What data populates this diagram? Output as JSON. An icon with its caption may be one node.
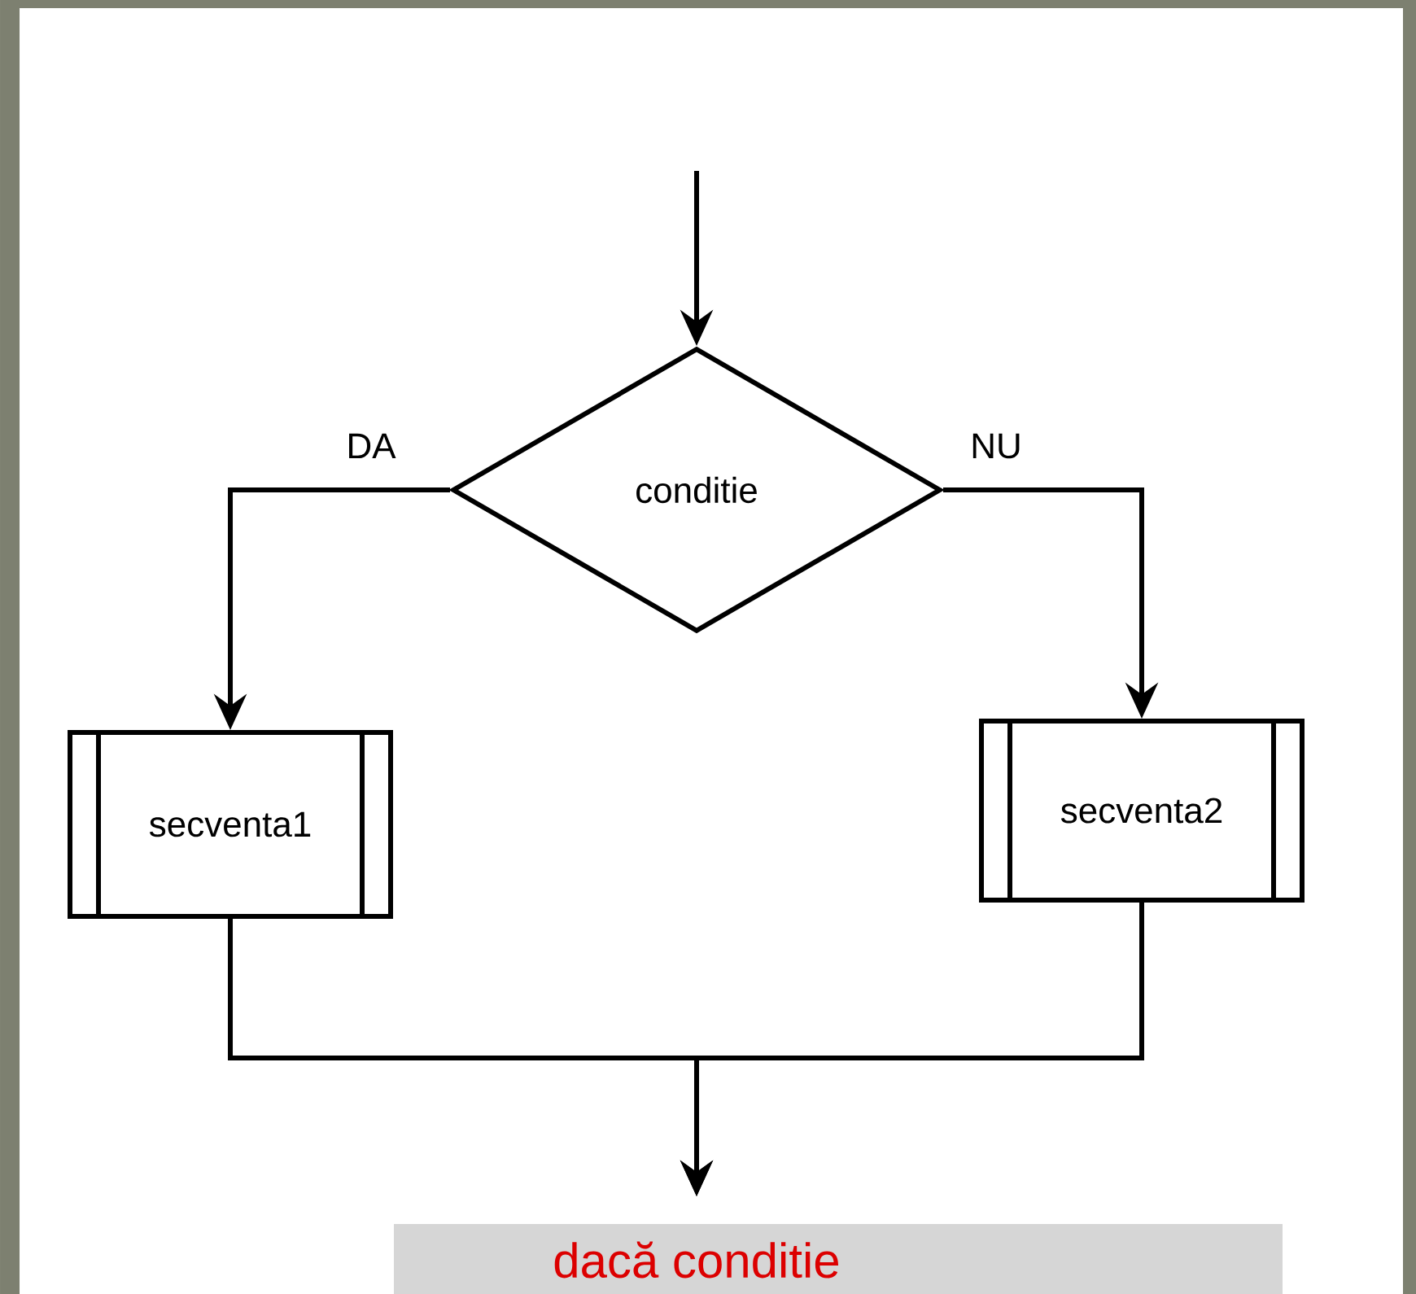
{
  "diagram": {
    "nodes": [
      {
        "text": [
          "conditie"
        ]
      },
      {
        "text": [
          "secventa1"
        ]
      },
      {
        "text": [
          "secventa2"
        ]
      }
    ],
    "edges": [
      {
        "from": null,
        "to": 0,
        "arrow": "to"
      },
      {
        "from": 0,
        "to": 1,
        "arrow": "to",
        "label": "DA"
      },
      {
        "from": 0,
        "to": 2,
        "arrow": "to",
        "label": "NU"
      },
      {
        "from": 1,
        "to": null,
        "arrow": "to"
      },
      {
        "from": 2,
        "to": null,
        "arrow": "to"
      }
    ],
    "labels": [
      "dacă conditie"
    ]
  }
}
